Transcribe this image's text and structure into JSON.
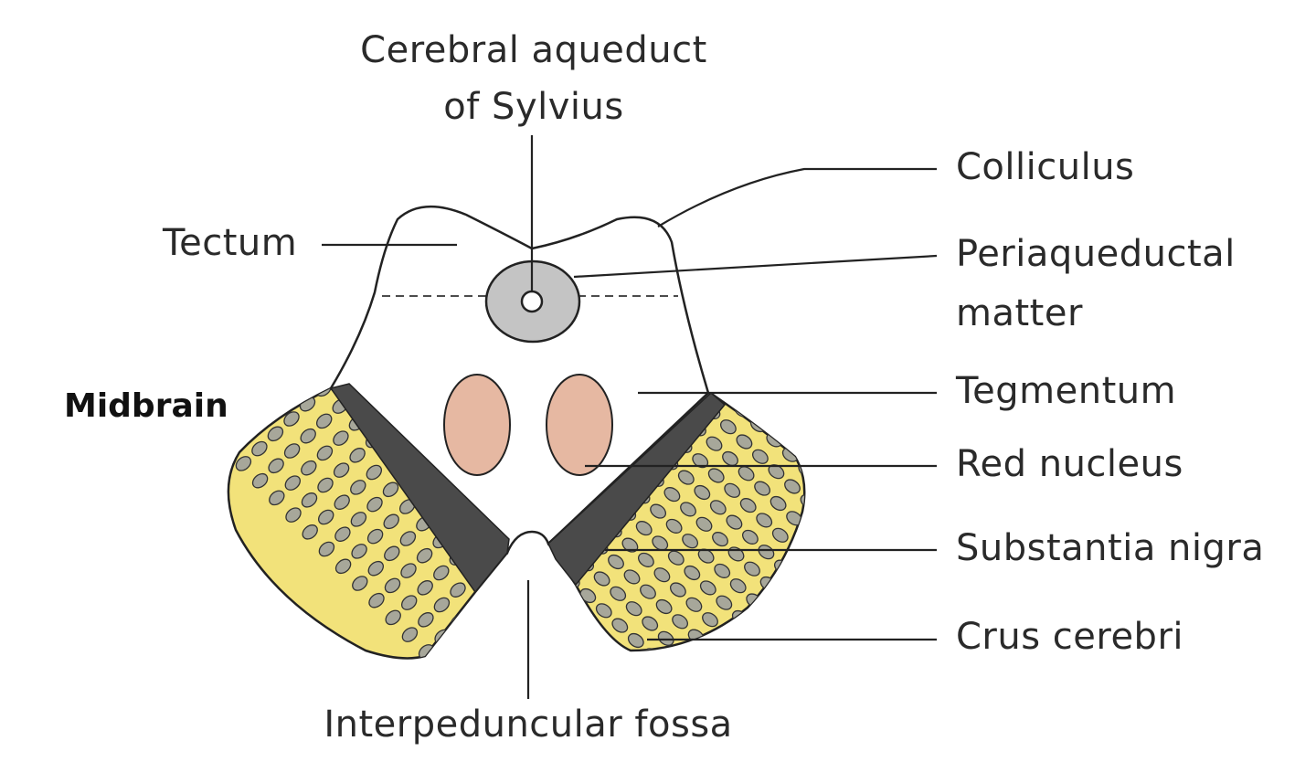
{
  "diagram": {
    "labels": {
      "aqueduct_line1": "Cerebral aqueduct",
      "aqueduct_line2": "of Sylvius",
      "colliculus": "Colliculus",
      "tectum": "Tectum",
      "periaqueductal_line1": "Periaqueductal",
      "periaqueductal_line2": "matter",
      "midbrain": "Midbrain",
      "tegmentum": "Tegmentum",
      "red_nucleus": "Red nucleus",
      "substantia_nigra": "Substantia nigra",
      "crus_cerebri": "Crus cerebri",
      "interpeduncular_fossa": "Interpeduncular fossa"
    },
    "colors": {
      "outline": "#222222",
      "periaqueductal_fill": "#c4c4c4",
      "red_nucleus_fill": "#e6b8a2",
      "substantia_nigra_fill": "#4a4a4a",
      "crus_cerebri_fill": "#f2e27a",
      "fiber_fill": "#a7a79a"
    }
  }
}
